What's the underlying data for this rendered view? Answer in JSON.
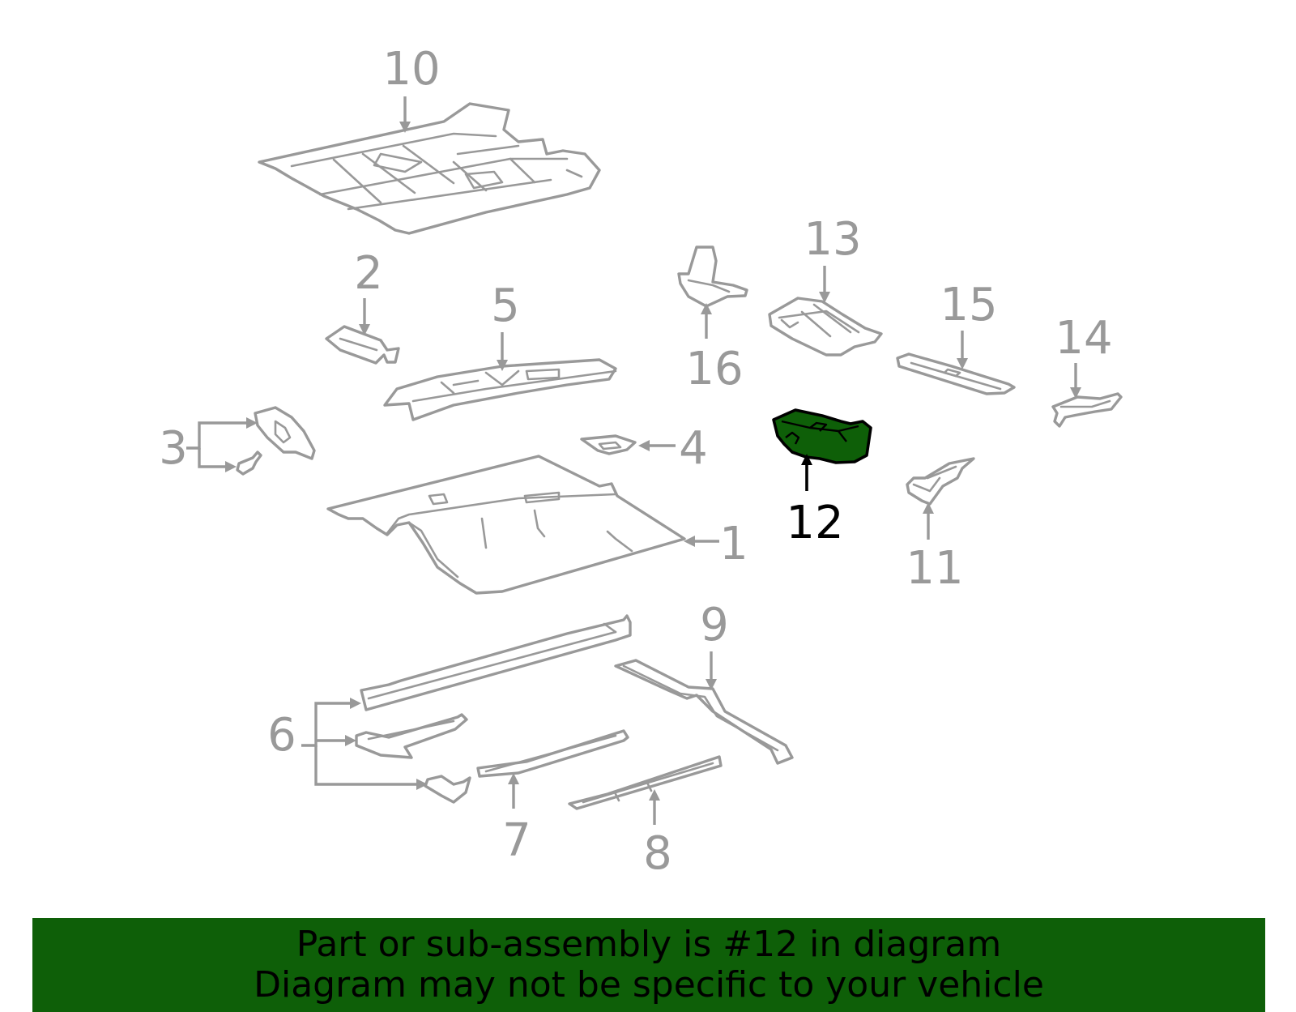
{
  "diagram": {
    "callouts": {
      "c1": "1",
      "c2": "2",
      "c3": "3",
      "c4": "4",
      "c5": "5",
      "c6": "6",
      "c7": "7",
      "c8": "8",
      "c9": "9",
      "c10": "10",
      "c11": "11",
      "c12": "12",
      "c13": "13",
      "c14": "14",
      "c15": "15",
      "c16": "16"
    },
    "highlighted_part": "12",
    "highlight_color": "#0e5f08",
    "line_color": "#999999"
  },
  "banner": {
    "line1": "Part or sub-assembly is #12 in diagram",
    "line2": "Diagram may not be specific to your vehicle",
    "background": "#0e5f08"
  }
}
